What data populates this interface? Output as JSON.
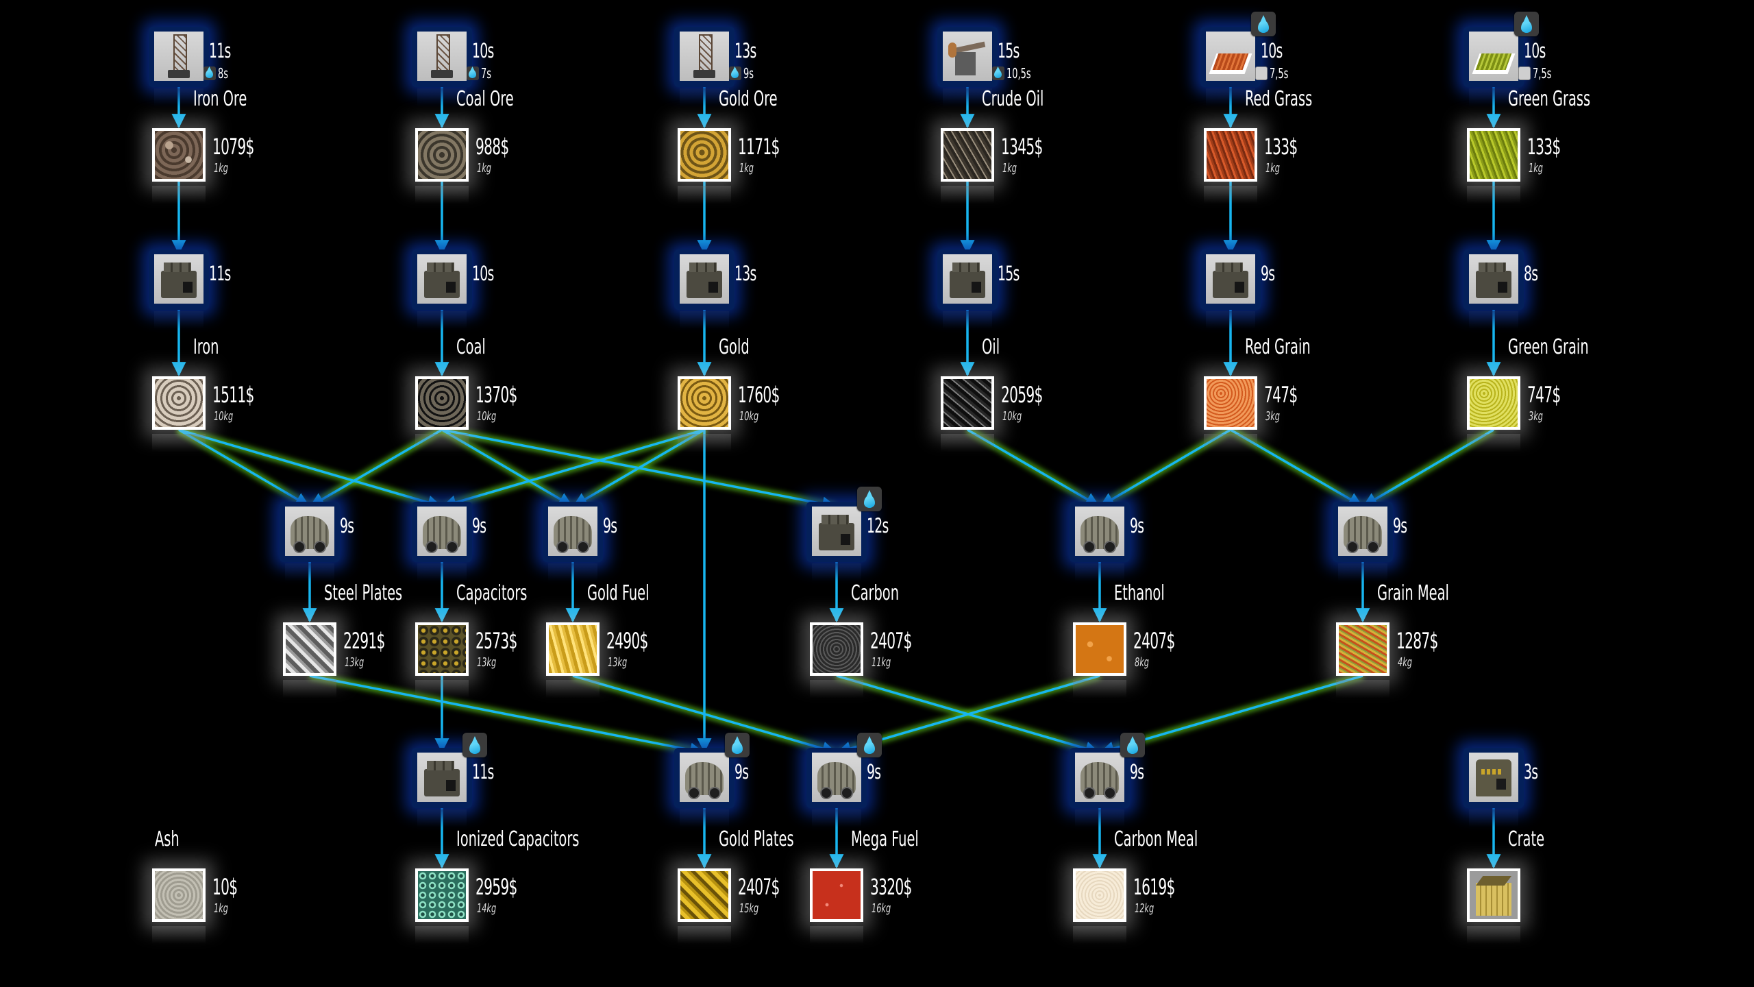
{
  "colors": {
    "background": "#000000",
    "link_core": "#17b6f0",
    "link_glow": "#5ec81e",
    "machine_frame": "#04205a",
    "machine_glow": "#0a32a0",
    "item_border": "#ffffff"
  },
  "machines": [
    {
      "id": "m-iron-drill",
      "type": "drill",
      "time": "11s",
      "sub_icon": "water-drop-icon",
      "sub_time": "8s",
      "badge": null,
      "label": "Iron Ore drill"
    },
    {
      "id": "m-coal-drill",
      "type": "drill",
      "time": "10s",
      "sub_icon": "water-drop-icon",
      "sub_time": "7s",
      "badge": null,
      "label": "Coal Ore drill"
    },
    {
      "id": "m-gold-drill",
      "type": "drill",
      "time": "13s",
      "sub_icon": "water-drop-icon",
      "sub_time": "9s",
      "badge": null,
      "label": "Gold Ore drill"
    },
    {
      "id": "m-oil-pump",
      "type": "pump",
      "time": "15s",
      "sub_icon": "water-drop-icon",
      "sub_time": "10,5s",
      "badge": null,
      "label": "Oil pump"
    },
    {
      "id": "m-red-field",
      "type": "field-red",
      "time": "10s",
      "sub_icon": "fertilizer-icon",
      "sub_time": "7,5s",
      "badge": "water-drop-icon",
      "label": "Red grass field"
    },
    {
      "id": "m-green-field",
      "type": "field-green",
      "time": "10s",
      "sub_icon": "fertilizer-icon",
      "sub_time": "7,5s",
      "badge": "water-drop-icon",
      "label": "Green grass field"
    },
    {
      "id": "m-iron-smelter",
      "type": "smelter",
      "time": "11s",
      "badge": null
    },
    {
      "id": "m-coal-smelter",
      "type": "smelter",
      "time": "10s",
      "badge": null
    },
    {
      "id": "m-gold-smelter",
      "type": "smelter",
      "time": "13s",
      "badge": null
    },
    {
      "id": "m-oil-refiner",
      "type": "smelter",
      "time": "15s",
      "badge": null
    },
    {
      "id": "m-red-mill",
      "type": "smelter",
      "time": "9s",
      "badge": null
    },
    {
      "id": "m-green-mill",
      "type": "smelter",
      "time": "8s",
      "badge": null
    },
    {
      "id": "m-steel-press",
      "type": "drum",
      "time": "9s",
      "badge": null
    },
    {
      "id": "m-cap-assembler",
      "type": "drum",
      "time": "9s",
      "badge": null
    },
    {
      "id": "m-goldfuel-mixer",
      "type": "drum",
      "time": "9s",
      "badge": null
    },
    {
      "id": "m-carbon-furnace",
      "type": "smelter",
      "time": "12s",
      "badge": "water-drop-icon"
    },
    {
      "id": "m-ethanol-mixer",
      "type": "drum",
      "time": "9s",
      "badge": null
    },
    {
      "id": "m-grainmeal-mixer",
      "type": "drum",
      "time": "9s",
      "badge": null
    },
    {
      "id": "m-ionizer",
      "type": "smelter",
      "time": "11s",
      "badge": "water-drop-icon"
    },
    {
      "id": "m-goldplates-press",
      "type": "drum",
      "time": "9s",
      "badge": "water-drop-icon"
    },
    {
      "id": "m-megafuel-mixer",
      "type": "drum",
      "time": "9s",
      "badge": "water-drop-icon"
    },
    {
      "id": "m-carbonmeal-mixer",
      "type": "drum",
      "time": "9s",
      "badge": "water-drop-icon"
    },
    {
      "id": "m-crate-packer",
      "type": "packer",
      "time": "3s",
      "badge": null
    }
  ],
  "items": [
    {
      "id": "i-iron-ore",
      "name": "Iron Ore",
      "price": "1079$",
      "weight": "1kg",
      "texture": "ironore"
    },
    {
      "id": "i-coal-ore",
      "name": "Coal Ore",
      "price": "988$",
      "weight": "1kg",
      "texture": "coalore"
    },
    {
      "id": "i-gold-ore",
      "name": "Gold Ore",
      "price": "1171$",
      "weight": "1kg",
      "texture": "goldore"
    },
    {
      "id": "i-crude-oil",
      "name": "Crude Oil",
      "price": "1345$",
      "weight": "1kg",
      "texture": "crude"
    },
    {
      "id": "i-red-grass",
      "name": "Red Grass",
      "price": "133$",
      "weight": "1kg",
      "texture": "redgrass"
    },
    {
      "id": "i-green-grass",
      "name": "Green Grass",
      "price": "133$",
      "weight": "1kg",
      "texture": "greengrass"
    },
    {
      "id": "i-iron",
      "name": "Iron",
      "price": "1511$",
      "weight": "10kg",
      "texture": "iron"
    },
    {
      "id": "i-coal",
      "name": "Coal",
      "price": "1370$",
      "weight": "10kg",
      "texture": "coal"
    },
    {
      "id": "i-gold",
      "name": "Gold",
      "price": "1760$",
      "weight": "10kg",
      "texture": "gold"
    },
    {
      "id": "i-oil",
      "name": "Oil",
      "price": "2059$",
      "weight": "10kg",
      "texture": "oil"
    },
    {
      "id": "i-red-grain",
      "name": "Red Grain",
      "price": "747$",
      "weight": "3kg",
      "texture": "redgrain"
    },
    {
      "id": "i-green-grain",
      "name": "Green Grain",
      "price": "747$",
      "weight": "3kg",
      "texture": "greengrain"
    },
    {
      "id": "i-steel-plates",
      "name": "Steel Plates",
      "price": "2291$",
      "weight": "13kg",
      "texture": "steel"
    },
    {
      "id": "i-capacitors",
      "name": "Capacitors",
      "price": "2573$",
      "weight": "13kg",
      "texture": "cap"
    },
    {
      "id": "i-gold-fuel",
      "name": "Gold Fuel",
      "price": "2490$",
      "weight": "13kg",
      "texture": "goldfuel"
    },
    {
      "id": "i-carbon",
      "name": "Carbon",
      "price": "2407$",
      "weight": "11kg",
      "texture": "carbon"
    },
    {
      "id": "i-ethanol",
      "name": "Ethanol",
      "price": "2407$",
      "weight": "8kg",
      "texture": "ethanol"
    },
    {
      "id": "i-grain-meal",
      "name": "Grain Meal",
      "price": "1287$",
      "weight": "4kg",
      "texture": "grainmeal"
    },
    {
      "id": "i-ash",
      "name": "Ash",
      "price": "10$",
      "weight": "1kg",
      "texture": "ash"
    },
    {
      "id": "i-ionized-capacitors",
      "name": "Ionized Capacitors",
      "price": "2959$",
      "weight": "14kg",
      "texture": "ionized"
    },
    {
      "id": "i-gold-plates",
      "name": "Gold Plates",
      "price": "2407$",
      "weight": "15kg",
      "texture": "goldplates"
    },
    {
      "id": "i-mega-fuel",
      "name": "Mega Fuel",
      "price": "3320$",
      "weight": "16kg",
      "texture": "megafuel"
    },
    {
      "id": "i-carbon-meal",
      "name": "Carbon Meal",
      "price": "1619$",
      "weight": "12kg",
      "texture": "carbonmeal"
    },
    {
      "id": "i-crate",
      "name": "Crate",
      "price": "",
      "weight": "",
      "texture": "crate"
    }
  ],
  "links": [
    [
      "m-iron-drill",
      "i-iron-ore"
    ],
    [
      "m-coal-drill",
      "i-coal-ore"
    ],
    [
      "m-gold-drill",
      "i-gold-ore"
    ],
    [
      "m-oil-pump",
      "i-crude-oil"
    ],
    [
      "m-red-field",
      "i-red-grass"
    ],
    [
      "m-green-field",
      "i-green-grass"
    ],
    [
      "i-iron-ore",
      "m-iron-smelter"
    ],
    [
      "i-coal-ore",
      "m-coal-smelter"
    ],
    [
      "i-gold-ore",
      "m-gold-smelter"
    ],
    [
      "i-crude-oil",
      "m-oil-refiner"
    ],
    [
      "i-red-grass",
      "m-red-mill"
    ],
    [
      "i-green-grass",
      "m-green-mill"
    ],
    [
      "m-iron-smelter",
      "i-iron"
    ],
    [
      "m-coal-smelter",
      "i-coal"
    ],
    [
      "m-gold-smelter",
      "i-gold"
    ],
    [
      "m-oil-refiner",
      "i-oil"
    ],
    [
      "m-red-mill",
      "i-red-grain"
    ],
    [
      "m-green-mill",
      "i-green-grain"
    ],
    [
      "i-iron",
      "m-steel-press"
    ],
    [
      "i-coal",
      "m-steel-press"
    ],
    [
      "i-iron",
      "m-cap-assembler"
    ],
    [
      "i-gold",
      "m-cap-assembler"
    ],
    [
      "i-coal",
      "m-goldfuel-mixer"
    ],
    [
      "i-gold",
      "m-goldfuel-mixer"
    ],
    [
      "i-coal",
      "m-carbon-furnace"
    ],
    [
      "i-oil",
      "m-ethanol-mixer"
    ],
    [
      "i-red-grain",
      "m-ethanol-mixer"
    ],
    [
      "i-red-grain",
      "m-grainmeal-mixer"
    ],
    [
      "i-green-grain",
      "m-grainmeal-mixer"
    ],
    [
      "m-steel-press",
      "i-steel-plates"
    ],
    [
      "m-cap-assembler",
      "i-capacitors"
    ],
    [
      "m-goldfuel-mixer",
      "i-gold-fuel"
    ],
    [
      "m-carbon-furnace",
      "i-carbon"
    ],
    [
      "m-ethanol-mixer",
      "i-ethanol"
    ],
    [
      "m-grainmeal-mixer",
      "i-grain-meal"
    ],
    [
      "i-capacitors",
      "m-ionizer"
    ],
    [
      "i-steel-plates",
      "m-goldplates-press"
    ],
    [
      "i-gold",
      "m-goldplates-press"
    ],
    [
      "i-gold-fuel",
      "m-megafuel-mixer"
    ],
    [
      "i-ethanol",
      "m-megafuel-mixer"
    ],
    [
      "i-carbon",
      "m-carbonmeal-mixer"
    ],
    [
      "i-grain-meal",
      "m-carbonmeal-mixer"
    ],
    [
      "m-ionizer",
      "i-ionized-capacitors"
    ],
    [
      "m-goldplates-press",
      "i-gold-plates"
    ],
    [
      "m-megafuel-mixer",
      "i-mega-fuel"
    ],
    [
      "m-carbonmeal-mixer",
      "i-carbon-meal"
    ],
    [
      "m-crate-packer",
      "i-crate"
    ]
  ]
}
